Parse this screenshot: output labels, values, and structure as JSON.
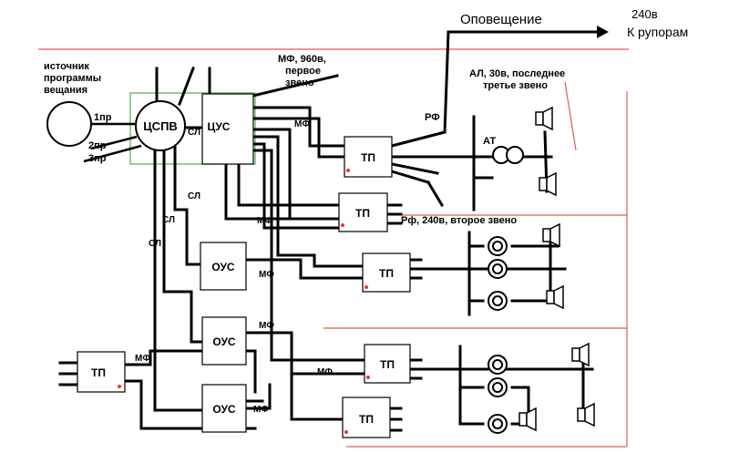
{
  "labels": {
    "announce": "Оповещение",
    "out_voltage": "240в",
    "to_horns": "К рупорам",
    "source": "источник программы вещания",
    "csvp": "ЦСПВ",
    "cus": "ЦУС",
    "p1": "1пр",
    "p2": "2пр",
    "p3": "3пр",
    "sl": "СЛ",
    "mf": "МФ",
    "rf": "РФ",
    "rf2": "Рф, 240в, второе звено",
    "mf960": "МФ, 960в, первое звено",
    "al30": "АЛ, 30в, последнее третье звено",
    "at": "АТ",
    "tp": "ТП",
    "ous": "ОУС"
  },
  "colors": {
    "line": "#000000",
    "group_border": "#4caf50",
    "zone_lines": "#e05a5a"
  }
}
